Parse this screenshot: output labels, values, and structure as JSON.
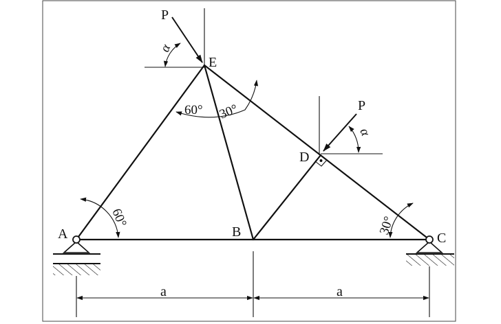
{
  "colors": {
    "ink": "#111111",
    "background": "#ffffff"
  },
  "points": {
    "A": "A",
    "B": "B",
    "C": "C",
    "D": "D",
    "E": "E"
  },
  "loads": {
    "load_E": "P",
    "load_D": "P"
  },
  "angles": {
    "alpha_E": "α",
    "alpha_D": "α",
    "angle_A": "60°",
    "angle_E_left": "60°",
    "angle_E_right": "30°",
    "angle_C": "30°"
  },
  "dimensions": {
    "span_AB": "a",
    "span_BC": "a"
  }
}
